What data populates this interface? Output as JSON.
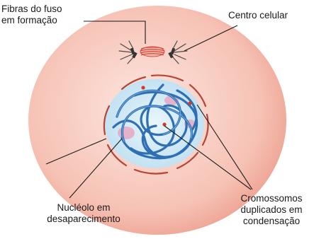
{
  "labels": {
    "spindle_fibers": [
      "Fibras do fuso",
      "em formação"
    ],
    "centrosome": "Centro celular",
    "nucleolus": [
      "Nucléolo em",
      "desaparecimento"
    ],
    "chromosomes": [
      "Cromossomos",
      "duplicados em",
      "condensação"
    ]
  },
  "colors": {
    "cytoplasm": "#f7c9bd",
    "nucleus": "#d9eef8",
    "chromatin": "#2f6fb3",
    "nuclear_envelope": "#c0392b",
    "spindle": "#d64a3a",
    "leader_line": "#1a1a1a"
  }
}
